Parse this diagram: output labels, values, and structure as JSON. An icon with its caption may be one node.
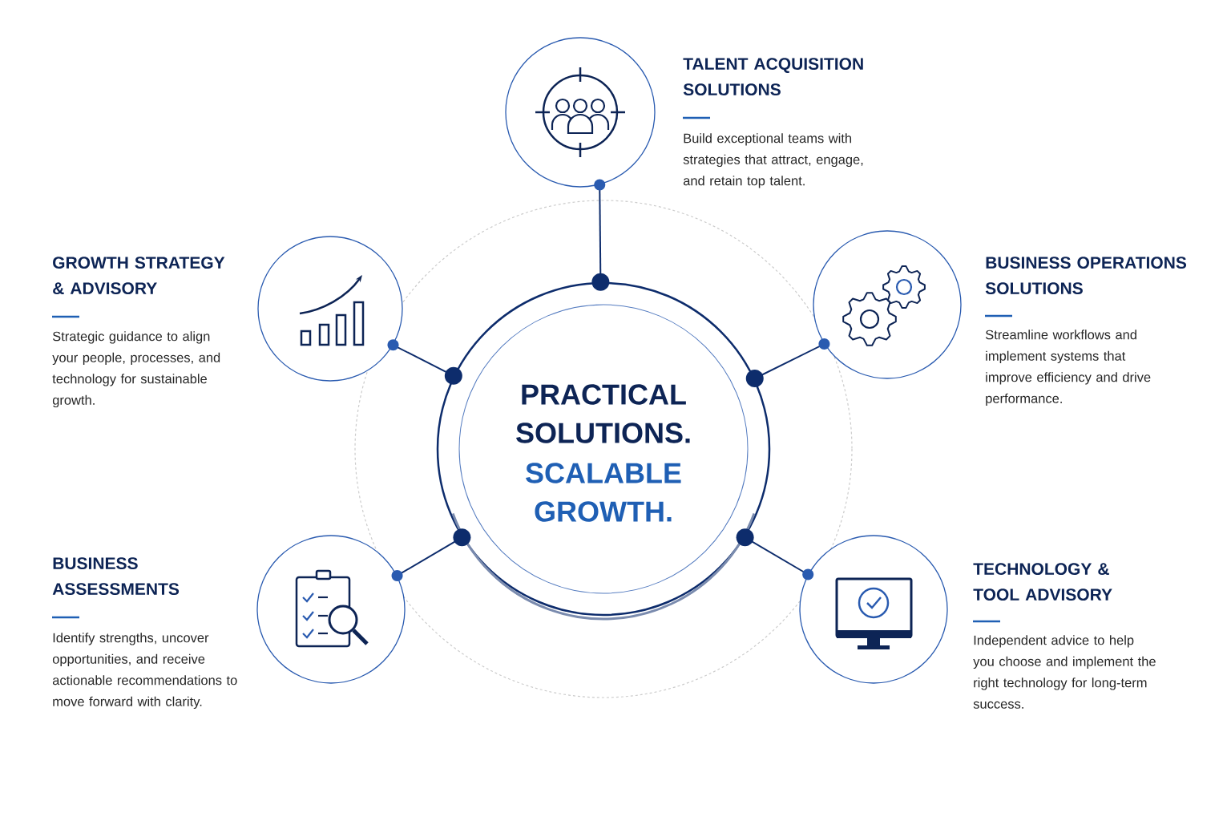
{
  "diagram": {
    "nodes": [
      {
        "text": [
          "PRACTICAL SOLUTIONS.",
          "SCALABLE GROWTH."
        ]
      },
      {
        "text": [
          "TALENT ACQUISITION SOLUTIONS",
          "Build exceptional teams with strategies that attract, engage, and retain top talent."
        ]
      },
      {
        "text": [
          "GROWTH STRATEGY & ADVISORY",
          "Strategic guidance to align your people, processes, and technology for sustainable growth."
        ]
      },
      {
        "text": [
          "BUSINESS OPERATIONS SOLUTIONS",
          "Streamline workflows and implement systems that improve efficiency and drive performance."
        ]
      },
      {
        "text": [
          "BUSINESS ASSESSMENTS",
          "Identify strengths, uncover opportunities, and receive actionable recommendations to move forward with clarity."
        ]
      },
      {
        "text": [
          "TECHNOLOGY & TOOL ADVISORY",
          "Independent advice to help you choose and implement the right technology for long-term success."
        ]
      }
    ],
    "edges": [
      {
        "from": 0,
        "to": 1,
        "arrow": "other"
      },
      {
        "from": 0,
        "to": 2,
        "arrow": "other"
      },
      {
        "from": 0,
        "to": 3,
        "arrow": "other"
      },
      {
        "from": 0,
        "to": 4,
        "arrow": "other"
      },
      {
        "from": 0,
        "to": 5,
        "arrow": "other"
      }
    ]
  }
}
